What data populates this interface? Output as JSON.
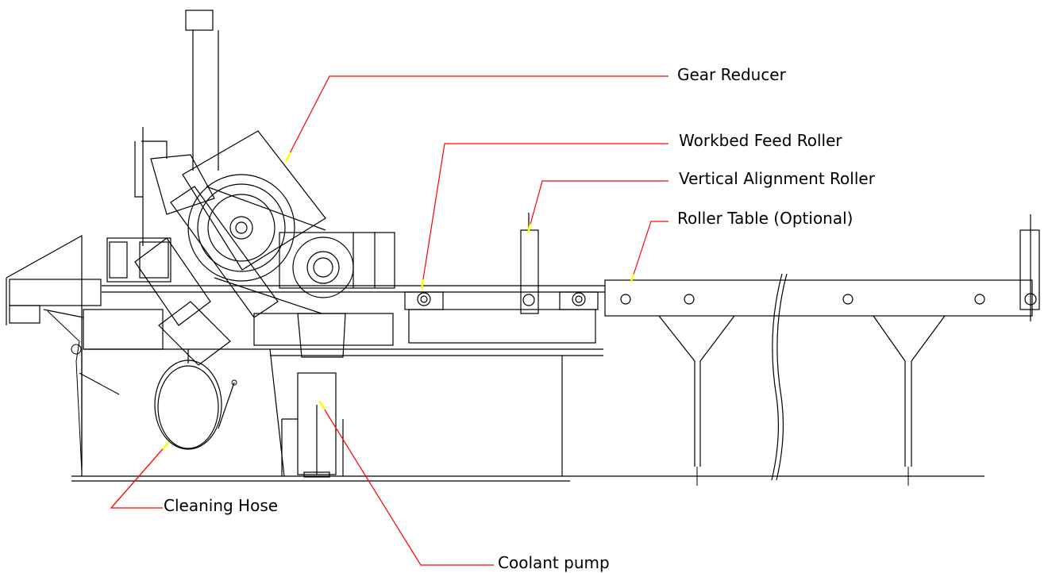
{
  "labels": {
    "gear_reducer": "Gear Reducer",
    "workbed_feed_roller": "Workbed Feed Roller",
    "vertical_alignment_roller": "Vertical Alignment Roller",
    "roller_table": "Roller Table (Optional)",
    "cleaning_hose": "Cleaning Hose",
    "coolant_pump": "Coolant pump"
  },
  "colors": {
    "drawing": "#000000",
    "leader": "#ff0000",
    "pointer": "#ffff00",
    "background": "#ffffff"
  }
}
